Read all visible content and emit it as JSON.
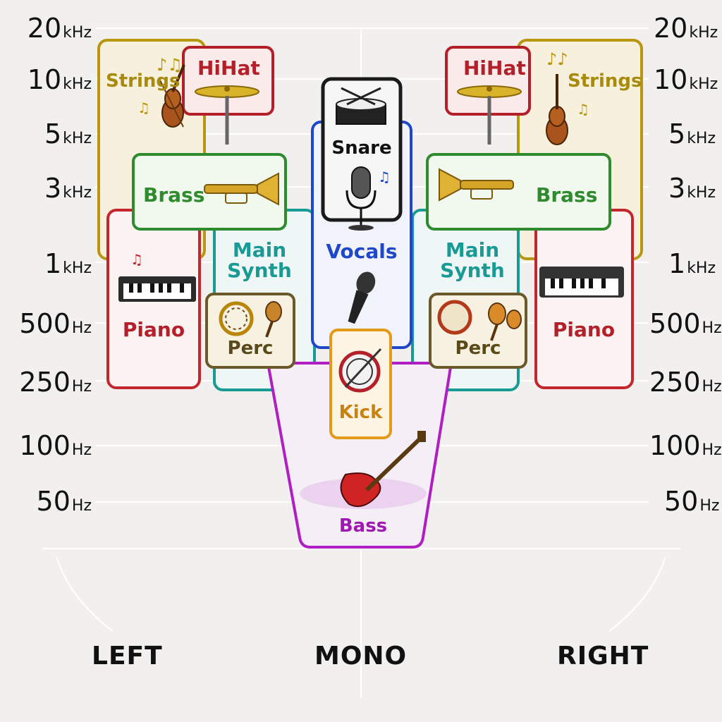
{
  "frequencies": [
    {
      "num": "20",
      "unit": "kHz"
    },
    {
      "num": "10",
      "unit": "kHz"
    },
    {
      "num": "5",
      "unit": "kHz"
    },
    {
      "num": "3",
      "unit": "kHz"
    },
    {
      "num": "1",
      "unit": "kHz"
    },
    {
      "num": "500",
      "unit": "Hz"
    },
    {
      "num": "250",
      "unit": "Hz"
    },
    {
      "num": "100",
      "unit": "Hz"
    },
    {
      "num": "50",
      "unit": "Hz"
    }
  ],
  "pan_axis": {
    "left": "LEFT",
    "mono": "MONO",
    "right": "RIGHT"
  },
  "instruments": {
    "strings": "Strings",
    "hihat": "HiHat",
    "brass": "Brass",
    "piano": "Piano",
    "main_synth_line1": "Main",
    "main_synth_line2": "Synth",
    "perc": "Perc",
    "snare": "Snare",
    "vocals": "Vocals",
    "kick": "Kick",
    "bass": "Bass"
  },
  "colors": {
    "strings": "#b8960f",
    "hihat": "#b3202a",
    "brass": "#2e8b2e",
    "piano": "#c4262e",
    "main_synth": "#1a9a95",
    "perc": "#6a5a2a",
    "snare": "#1a1a1a",
    "vocals": "#1f47c9",
    "kick": "#e39a18",
    "bass": "#b01fc2"
  }
}
